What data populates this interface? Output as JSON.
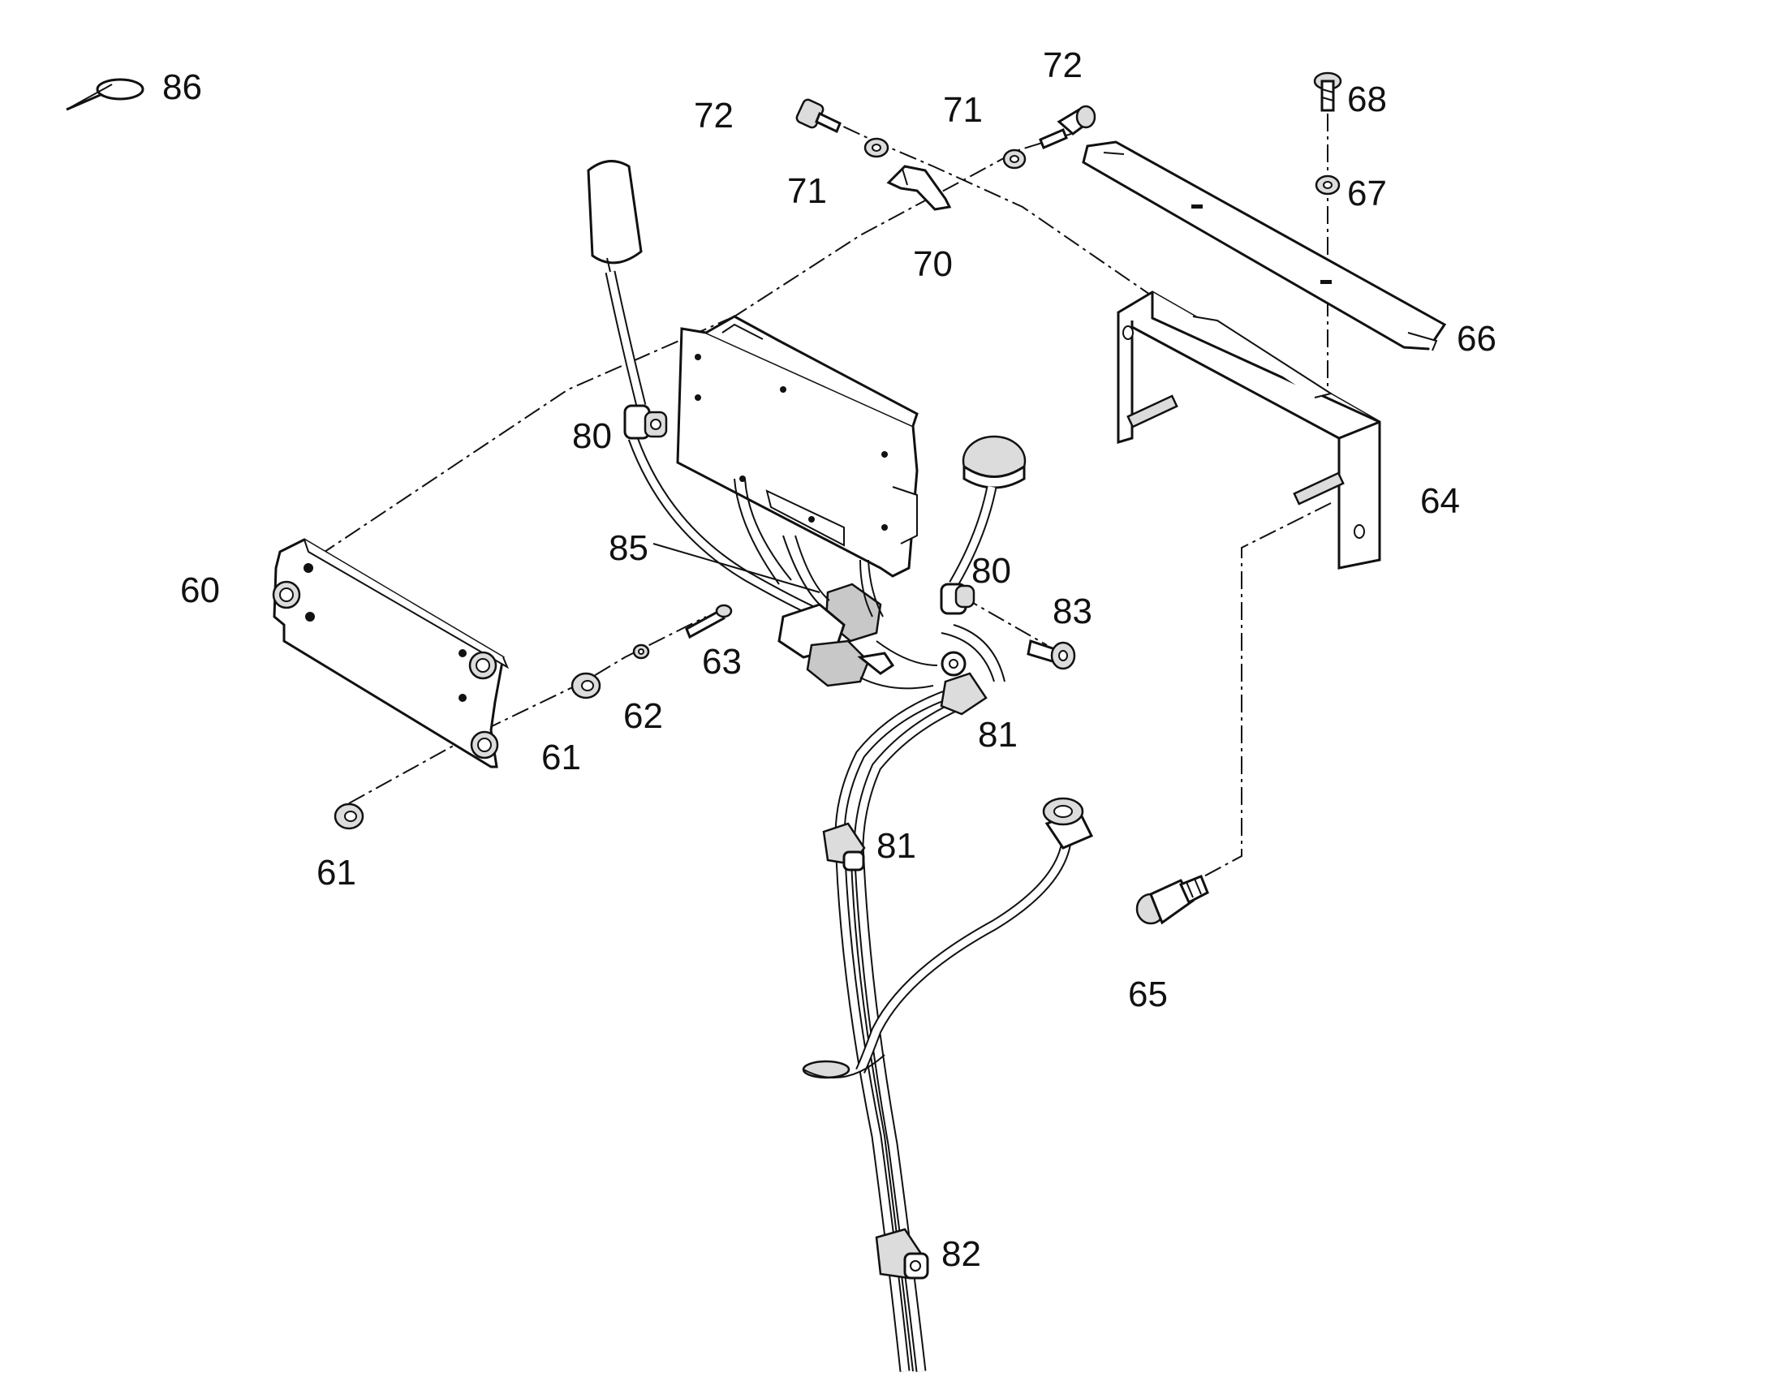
{
  "diagram": {
    "callouts": {
      "c86": "86",
      "c72a": "72",
      "c72b": "72",
      "c71a": "71",
      "c71b": "71",
      "c70": "70",
      "c68": "68",
      "c67": "67",
      "c66": "66",
      "c64": "64",
      "c80a": "80",
      "c80b": "80",
      "c85": "85",
      "c83": "83",
      "c60": "60",
      "c63": "63",
      "c62": "62",
      "c61a": "61",
      "c61b": "61",
      "c81a": "81",
      "c81b": "81",
      "c65": "65",
      "c82": "82"
    },
    "line_color": "#111111",
    "part_shade_color": "#dcdcdc",
    "background_color": "#ffffff"
  }
}
